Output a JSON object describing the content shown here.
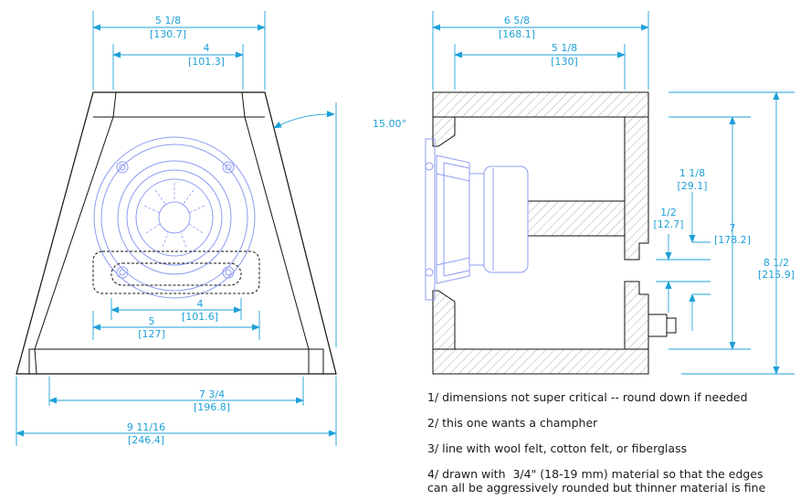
{
  "colors": {
    "line": "#111111",
    "dimension": "#1ea0d8",
    "driver": "#8e9cf2",
    "hatch": "#9a9a9a"
  },
  "front_view": {
    "top_outer_width": {
      "frac": "5 1/8",
      "mm": "[130.7]"
    },
    "top_inner_width": {
      "frac": "4",
      "mm": "[101.3]"
    },
    "side_angle": "15.00°",
    "port_width": {
      "frac": "4",
      "mm": "[101.6]"
    },
    "port_outer_width": {
      "frac": "5",
      "mm": "[127]"
    },
    "base_inner_width": {
      "frac": "7 3/4",
      "mm": "[196.8]"
    },
    "base_outer_width": {
      "frac": "9 11/16",
      "mm": "[246.4]"
    }
  },
  "side_view": {
    "total_depth": {
      "frac": "6 5/8",
      "mm": "[168.1]"
    },
    "inner_depth": {
      "frac": "5 1/8",
      "mm": "[130]"
    },
    "port_offset": {
      "frac": "1 1/8",
      "mm": "[29.1]"
    },
    "port_height": {
      "frac": "1/2",
      "mm": "[12.7]"
    },
    "inner_height": {
      "frac": "7",
      "mm": "[178.2]"
    },
    "outer_height": {
      "frac": "8 1/2",
      "mm": "[215.9]"
    }
  },
  "notes": [
    "1/ dimensions not super critical -- round down if needed",
    "2/ this one wants a champher",
    "3/ line with wool felt, cotton felt, or fiberglass",
    "4/ drawn with  3/4\" (18-19 mm) material so that the edges\ncan all be aggressively rounded but thinner material is fine"
  ]
}
